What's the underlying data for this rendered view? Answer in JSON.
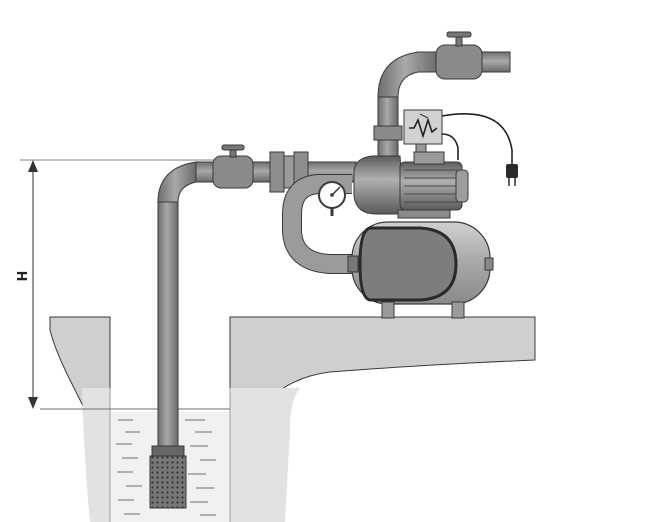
{
  "diagram": {
    "height_label": "H",
    "colors": {
      "pipe": "#8c8c8c",
      "pipe_dark": "#6e6e6e",
      "ground": "#cfcfcf",
      "tank": "#7d7d7d",
      "tank_shell": "#b4b4b4",
      "motor": "#8a8a8a",
      "water_line": "#6f6f6f",
      "outline": "#3a3a3a"
    },
    "components": [
      {
        "name": "suction-pipe"
      },
      {
        "name": "foot-valve-strainer"
      },
      {
        "name": "pump-motor"
      },
      {
        "name": "pressure-tank"
      },
      {
        "name": "pressure-gauge"
      },
      {
        "name": "pressure-switch"
      },
      {
        "name": "power-plug"
      },
      {
        "name": "outlet-valve"
      },
      {
        "name": "inlet-valve"
      }
    ]
  }
}
